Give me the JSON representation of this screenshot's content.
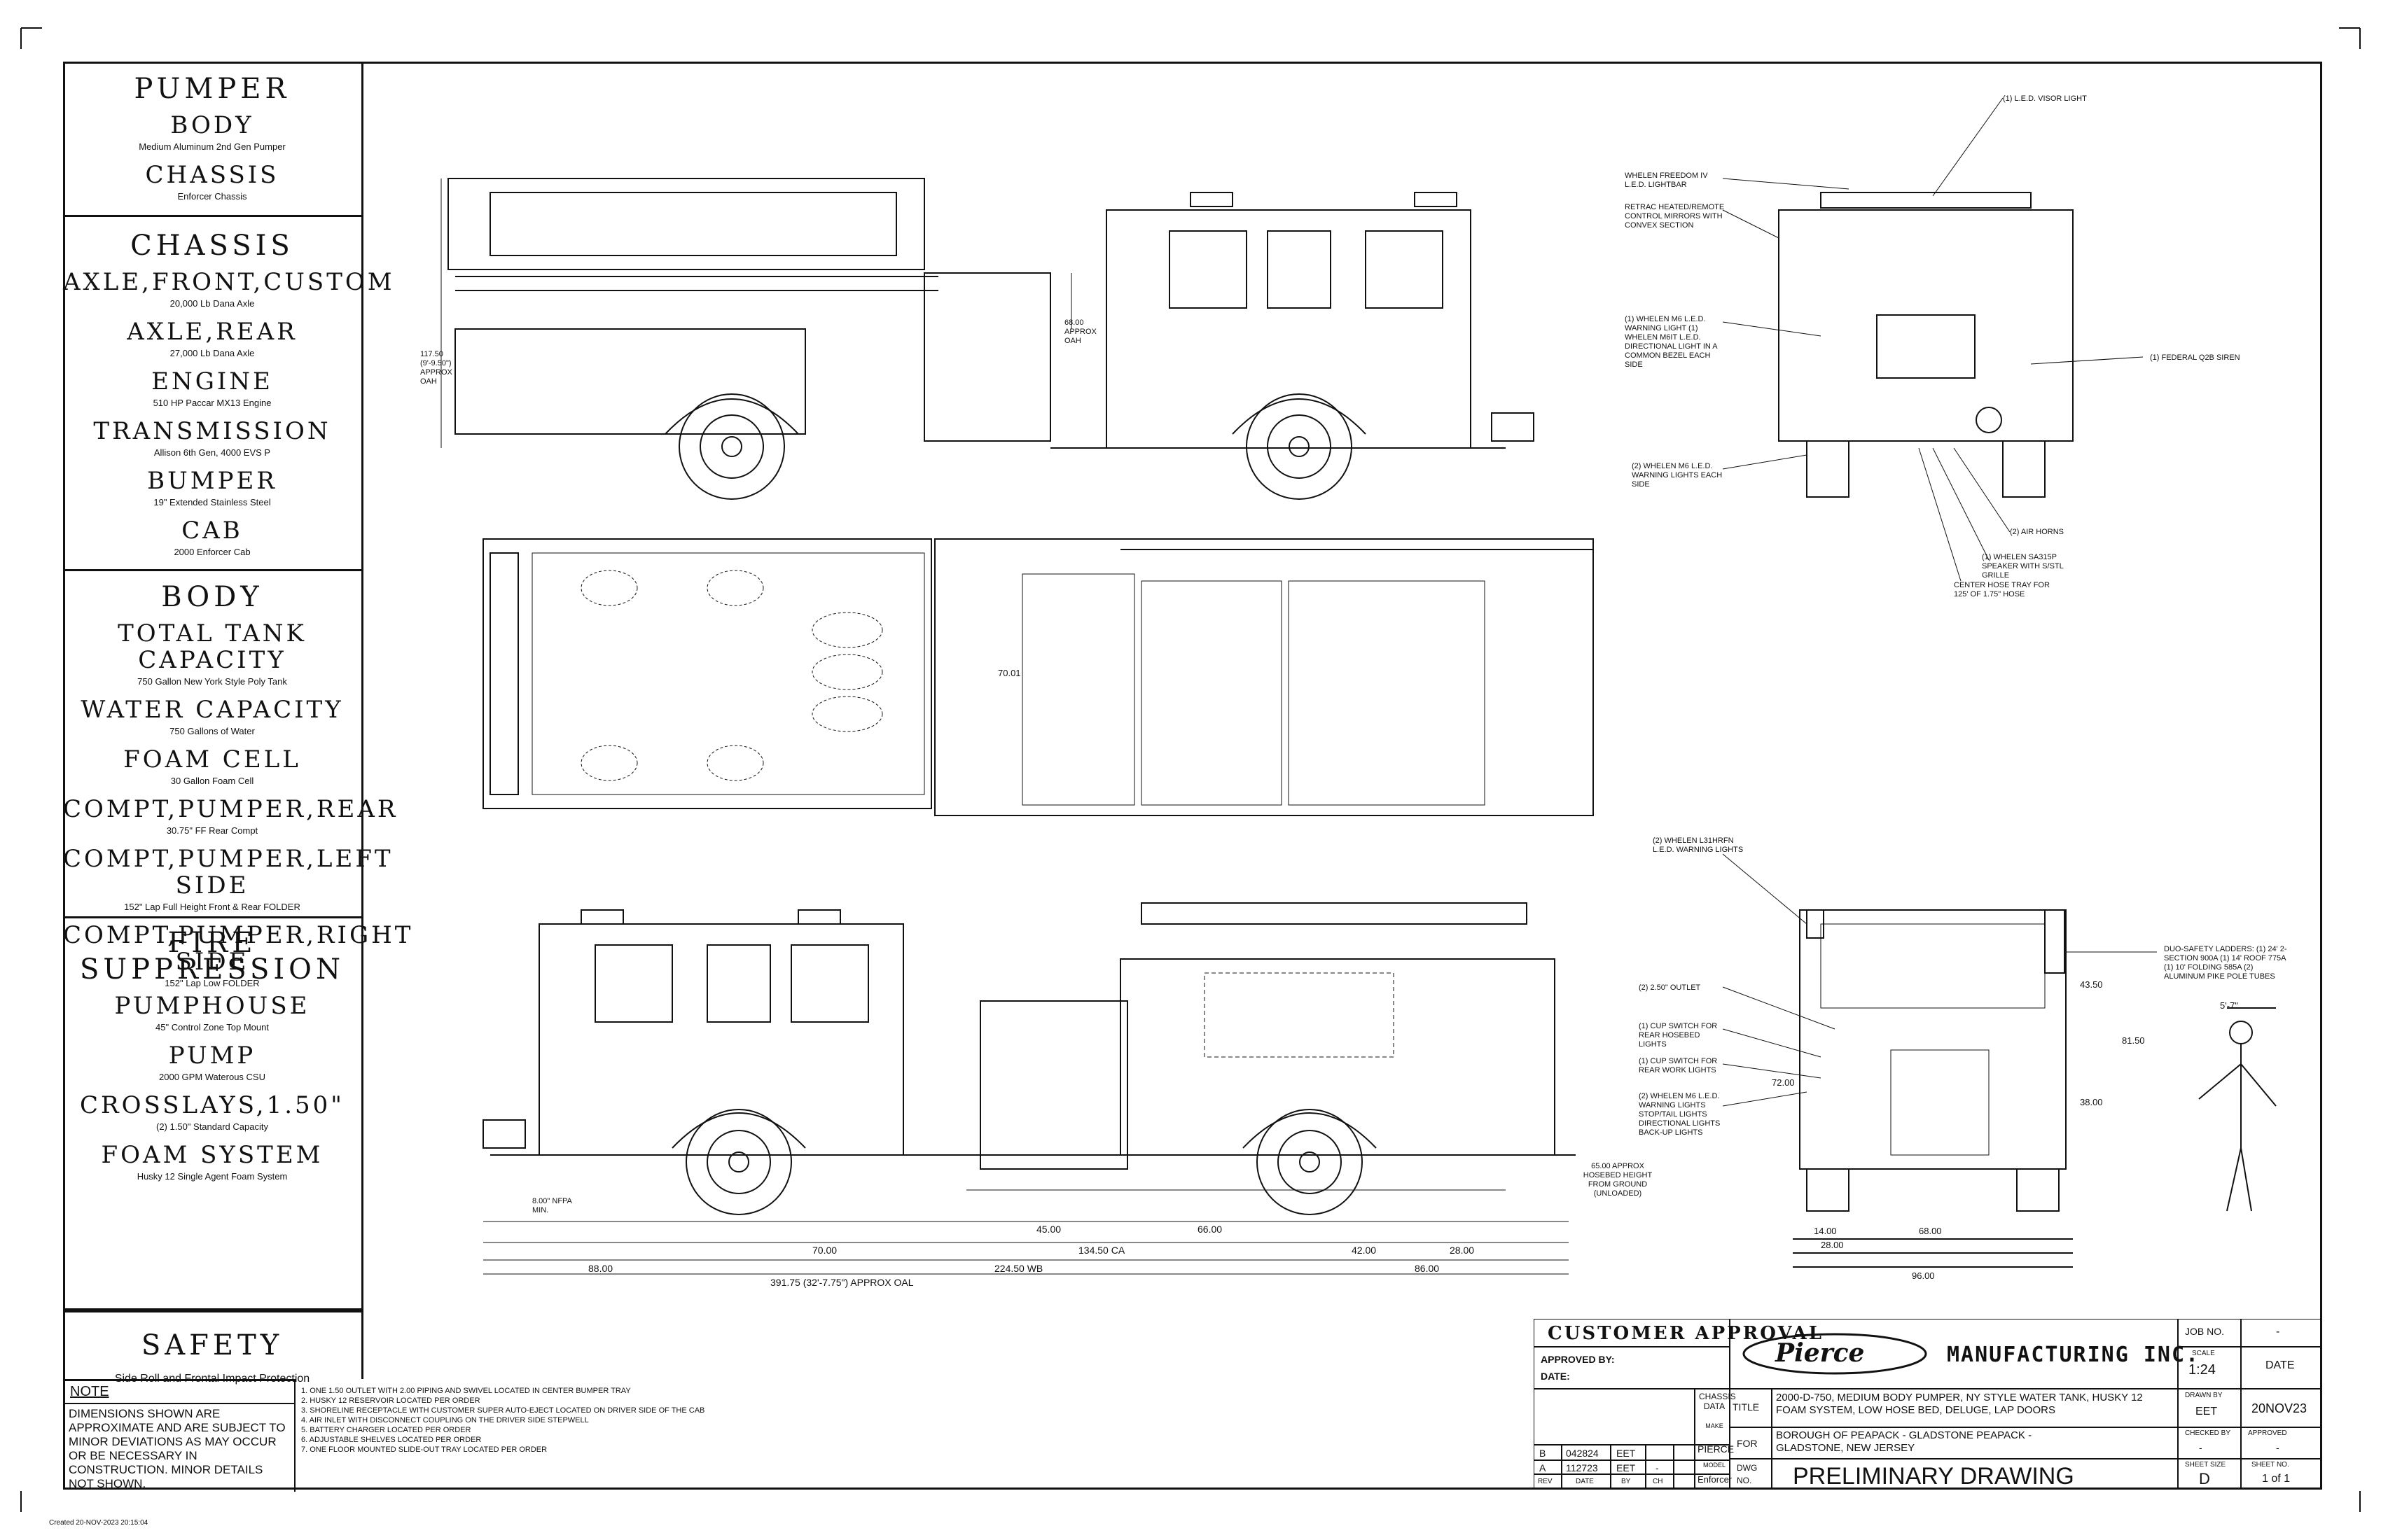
{
  "specs": {
    "pumper": {
      "title": "PUMPER",
      "body_label": "BODY",
      "body_desc": "Medium Aluminum 2nd Gen Pumper",
      "chassis_label": "CHASSIS",
      "chassis_desc": "Enforcer Chassis"
    },
    "chassis": {
      "title": "CHASSIS",
      "items": [
        {
          "label": "AXLE,FRONT,CUSTOM",
          "desc": "20,000 Lb Dana Axle"
        },
        {
          "label": "AXLE,REAR",
          "desc": "27,000 Lb Dana Axle"
        },
        {
          "label": "ENGINE",
          "desc": "510 HP Paccar MX13 Engine"
        },
        {
          "label": "TRANSMISSION",
          "desc": "Allison 6th Gen, 4000 EVS P"
        },
        {
          "label": "BUMPER",
          "desc": "19\" Extended Stainless Steel"
        },
        {
          "label": "CAB",
          "desc": "2000 Enforcer Cab"
        }
      ]
    },
    "body": {
      "title": "BODY",
      "items": [
        {
          "label": "TOTAL TANK CAPACITY",
          "desc": "750 Gallon New York Style Poly Tank"
        },
        {
          "label": "WATER CAPACITY",
          "desc": "750 Gallons of Water"
        },
        {
          "label": "FOAM CELL",
          "desc": "30 Gallon Foam Cell"
        },
        {
          "label": "COMPT,PUMPER,REAR",
          "desc": "30.75\" FF Rear Compt"
        },
        {
          "label": "COMPT,PUMPER,LEFT SIDE",
          "desc": "152\" Lap Full Height Front & Rear FOLDER"
        },
        {
          "label": "COMPT,PUMPER,RIGHT SIDE",
          "desc": "152\" Lap Low FOLDER"
        }
      ]
    },
    "fire": {
      "title": "FIRE SUPPRESSION",
      "items": [
        {
          "label": "PUMPHOUSE",
          "desc": "45\" Control Zone Top Mount"
        },
        {
          "label": "PUMP",
          "desc": "2000 GPM Waterous CSU"
        },
        {
          "label": "CROSSLAYS,1.50\"",
          "desc": "(2) 1.50\" Standard Capacity"
        },
        {
          "label": "FOAM SYSTEM",
          "desc": "Husky 12 Single Agent Foam System"
        }
      ]
    },
    "safety": {
      "title": "SAFETY",
      "desc": "Side Roll and Frontal Impact Protection"
    }
  },
  "note": {
    "title": "NOTE",
    "text": "DIMENSIONS SHOWN ARE APPROXIMATE AND ARE SUBJECT TO MINOR DEVIATIONS AS MAY OCCUR OR BE NECESSARY IN CONSTRUCTION. MINOR DETAILS NOT SHOWN."
  },
  "notes_list": [
    "1. ONE 1.50 OUTLET WITH 2.00 PIPING AND SWIVEL LOCATED IN CENTER BUMPER TRAY",
    "2. HUSKY 12 RESERVOIR LOCATED PER ORDER",
    "3. SHORELINE RECEPTACLE WITH CUSTOMER SUPER AUTO-EJECT LOCATED ON DRIVER SIDE OF THE CAB",
    "4. AIR INLET WITH DISCONNECT COUPLING ON THE DRIVER SIDE STEPWELL",
    "5. BATTERY CHARGER LOCATED PER ORDER",
    "6. ADJUSTABLE SHELVES LOCATED PER ORDER",
    "7. ONE FLOOR MOUNTED SLIDE-OUT TRAY LOCATED PER ORDER"
  ],
  "title_block": {
    "customer_approval": "CUSTOMER APPROVAL",
    "approved_by": "APPROVED BY:",
    "date_label": "DATE:",
    "company": "MANUFACTURING INC.",
    "logo": "Pierce",
    "job_no_label": "JOB NO.",
    "job_no": "-",
    "scale_label": "SCALE",
    "scale": "1:24",
    "date_hdr": "DATE",
    "drawn_by_label": "DRAWN BY",
    "drawn_by": "EET",
    "date": "20NOV23",
    "checked_by_label": "CHECKED BY",
    "checked_by": "-",
    "approved_label": "APPROVED",
    "approved": "-",
    "chassis_data_label": "CHASSIS DATA",
    "make_label": "MAKE",
    "make": "PIERCE",
    "model_label": "MODEL",
    "model": "Enforcer",
    "title_label": "TITLE",
    "title": "2000-D-750, MEDIUM BODY PUMPER, NY STYLE WATER TANK, HUSKY 12 FOAM SYSTEM, LOW HOSE BED, DELUGE, LAP DOORS",
    "for_label": "FOR",
    "for": "BOROUGH OF PEAPACK - GLADSTONE PEAPACK - GLADSTONE, NEW JERSEY",
    "dwg_label": "DWG NO.",
    "dwg": "PRELIMINARY DRAWING",
    "sheet_size_label": "SHEET SIZE",
    "sheet_size": "D",
    "sheet_no_label": "SHEET NO.",
    "sheet_no": "1 of 1",
    "revisions": [
      {
        "rev": "B",
        "date": "042824",
        "by": "EET",
        "ch": ""
      },
      {
        "rev": "A",
        "date": "112723",
        "by": "EET",
        "ch": "-"
      }
    ],
    "rev_headers": [
      "REV",
      "DATE",
      "BY",
      "CH"
    ]
  },
  "footer": "Created 20-NOV-2023 20:15:04",
  "dimensions": {
    "overall": "391.75 (32'-7.75\") APPROX OAL",
    "wheelbase": "224.50 WB",
    "ca": "134.50 CA",
    "front_oh": "88.00",
    "rear_oh": "86.00",
    "height": "117.50 (9'-9.50\") APPROX OAH",
    "pump_h": "68.00 APPROX OAH",
    "body_len_a": "70.00",
    "body_len_b": "45.00",
    "body_len_c": "66.00",
    "body_len_d": "42.00",
    "body_len_e": "28.00",
    "width_top": "70.01",
    "rear_width": "96.00",
    "rear_w2": "68.00",
    "rear_w3": "28.00",
    "rear_w4": "14.00",
    "nfpa": "8.00\" NFPA MIN.",
    "hosebed": "65.00 APPROX HOSEBED HEIGHT FROM GROUND (UNLOADED)",
    "ht_81": "81.50",
    "ht_43": "43.50",
    "ht_38": "38.00",
    "ht_72": "72.00"
  },
  "callouts": {
    "visor": "(1) L.E.D. VISOR LIGHT",
    "lightbar": "WHELEN FREEDOM IV L.E.D. LIGHTBAR",
    "mirrors": "RETRAC HEATED/REMOTE CONTROL MIRRORS WITH CONVEX SECTION",
    "warning_front": "(1) WHELEN M6 L.E.D. WARNING LIGHT (1) WHELEN M6IT L.E.D. DIRECTIONAL LIGHT IN A COMMON BEZEL EACH SIDE",
    "siren": "(1) FEDERAL Q2B SIREN",
    "warning_side": "(2) WHELEN M6 L.E.D. WARNING LIGHTS EACH SIDE",
    "air_horns": "(2) AIR HORNS",
    "speaker": "(1) WHELEN SA315P SPEAKER WITH S/STL GRILLE",
    "hose_tray": "CENTER HOSE TRAY FOR 125' OF 1.75\" HOSE",
    "rear_lights": "(2) WHELEN L31HRFN L.E.D. WARNING LIGHTS",
    "outlet": "(2) 2.50\" OUTLET",
    "cup_switch1": "(1) CUP SWITCH FOR REAR HOSEBED LIGHTS",
    "cup_switch2": "(1) CUP SWITCH FOR REAR WORK LIGHTS",
    "rear_warning": "(2) WHELEN M6 L.E.D. WARNING LIGHTS STOP/TAIL LIGHTS DIRECTIONAL LIGHTS BACK-UP LIGHTS",
    "ladders": "DUO-SAFETY LADDERS: (1) 24' 2-SECTION 900A (1) 14' ROOF 775A (1) 10' FOLDING 585A (2) ALUMINUM PIKE POLE TUBES",
    "person": "5'-7\""
  }
}
